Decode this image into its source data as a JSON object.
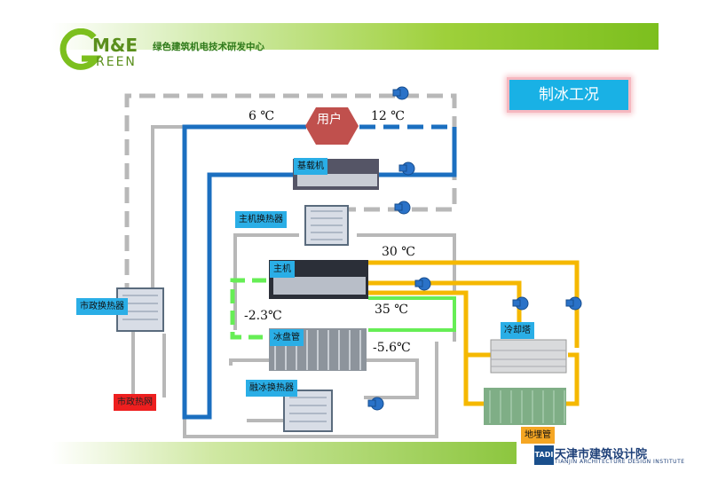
{
  "header": {
    "logo_me": "M&E",
    "logo_reen": "REEN",
    "org_name": "绿色建筑机电技术研发中心"
  },
  "mode_title": "制冰工况",
  "labels": {
    "user": "用户",
    "base_chiller": "基载机",
    "main_hx": "主机换热器",
    "main_unit": "主机",
    "city_hx": "市政换热器",
    "city_heat_net": "市政热网",
    "ice_coil": "冰盘管",
    "melt_hx": "融冰换热器",
    "cooling_tower": "冷却塔",
    "ground_pipe": "地埋管"
  },
  "temperatures": {
    "t_supply": "6 ℃",
    "t_return": "12 ℃",
    "t_cond_out": "30 ℃",
    "t_cond_in": "35 ℃",
    "t_glycol": "-2.3℃",
    "t_ice": "-5.6℃"
  },
  "footer": {
    "mark": "TADI",
    "institute_cn": "天津市建筑设计院",
    "institute_en": "TIANJIN ARCHITECTURE DESIGN INSTITUTE"
  },
  "colors": {
    "chilled_water": "#1b6fc0",
    "glycol": "#66ee55",
    "condenser_water": "#f5b800",
    "inactive": "#b8b8b8",
    "tag": "#2aaee6",
    "user_node": "#c0504d"
  }
}
